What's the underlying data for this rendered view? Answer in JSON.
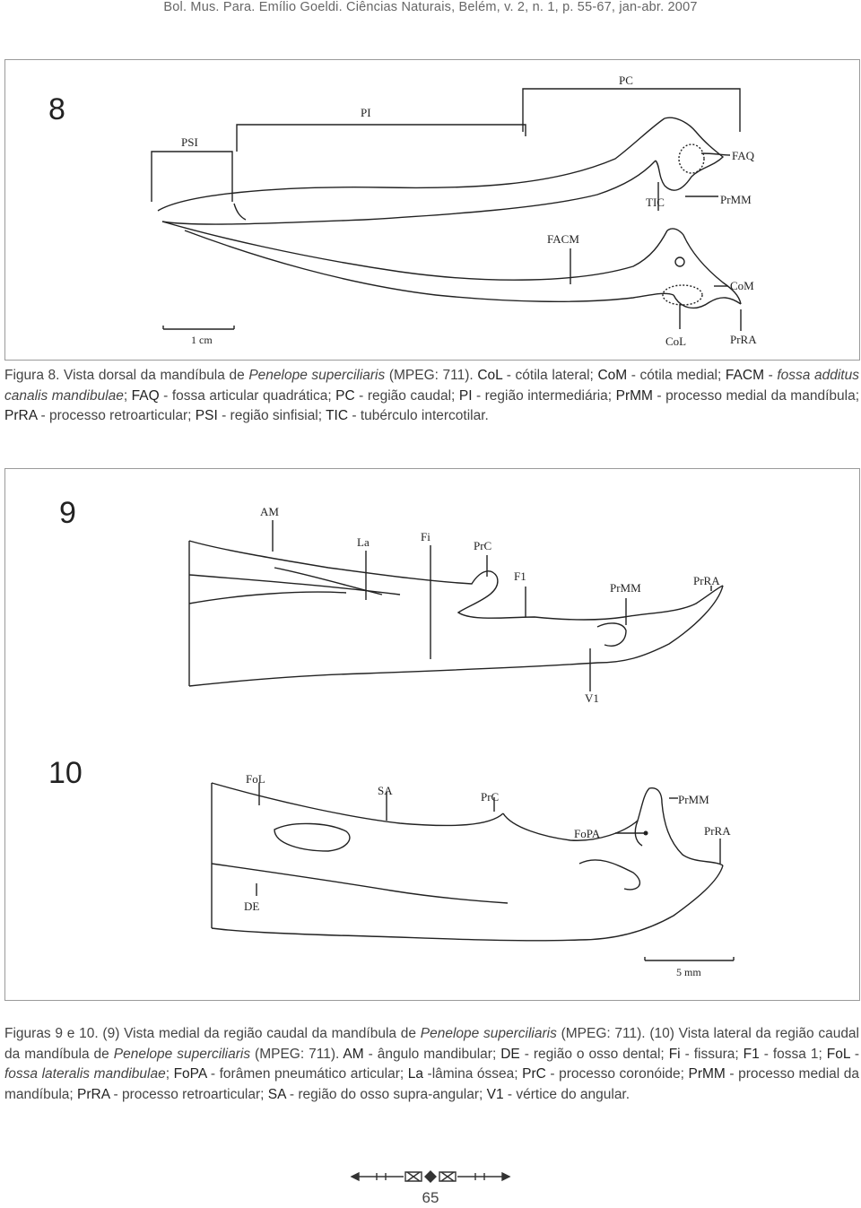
{
  "header": {
    "running_title": "Bol. Mus. Para. Emílio Goeldi. Ciências Naturais, Belém, v. 2, n. 1, p. 55-67, jan-abr. 2007"
  },
  "figure8": {
    "number": "8",
    "labels": {
      "PSI": "PSI",
      "PI": "PI",
      "PC": "PC",
      "FAQ": "FAQ",
      "TIC": "TIC",
      "PrMM": "PrMM",
      "FACM": "FACM",
      "CoM": "CoM",
      "CoL": "CoL",
      "PrRA": "PrRA"
    },
    "scale": "1 cm",
    "caption": [
      {
        "t": "Figura 8. Vista dorsal da mandíbula de "
      },
      {
        "t": "Penelope superciliaris",
        "s": "i"
      },
      {
        "t": " (MPEG: 711). "
      },
      {
        "t": "CoL",
        "s": "b"
      },
      {
        "t": " - cótila lateral; "
      },
      {
        "t": "CoM",
        "s": "b"
      },
      {
        "t": " - cótila medial; "
      },
      {
        "t": "FACM",
        "s": "b"
      },
      {
        "t": " - "
      },
      {
        "t": "fossa additus canalis mandibulae",
        "s": "i"
      },
      {
        "t": "; "
      },
      {
        "t": "FAQ",
        "s": "b"
      },
      {
        "t": " - fossa articular quadrática; "
      },
      {
        "t": "PC",
        "s": "b"
      },
      {
        "t": " -  região caudal; "
      },
      {
        "t": "PI",
        "s": "b"
      },
      {
        "t": " - região intermediária; "
      },
      {
        "t": "PrMM",
        "s": "b"
      },
      {
        "t": " - processo medial da mandíbula; "
      },
      {
        "t": "PrRA",
        "s": "b"
      },
      {
        "t": " - processo retroarticular; "
      },
      {
        "t": "PSI",
        "s": "b"
      },
      {
        "t": " - região sinfisial; "
      },
      {
        "t": "TIC",
        "s": "b"
      },
      {
        "t": " - tubérculo intercotilar."
      }
    ]
  },
  "figure9": {
    "number": "9",
    "labels": {
      "AM": "AM",
      "La": "La",
      "Fi": "Fi",
      "PrC": "PrC",
      "F1": "F1",
      "PrMM": "PrMM",
      "PrRA": "PrRA",
      "V1": "V1"
    }
  },
  "figure10": {
    "number": "10",
    "labels": {
      "FoL": "FoL",
      "SA": "SA",
      "PrC": "PrC",
      "PrMM": "PrMM",
      "FoPA": "FoPA",
      "PrRA": "PrRA",
      "DE": "DE"
    },
    "scale": "5 mm"
  },
  "caption910": [
    {
      "t": "Figuras 9 e 10. (9) Vista medial da região caudal da mandíbula de "
    },
    {
      "t": "Penelope superciliaris",
      "s": "i"
    },
    {
      "t": " (MPEG: 711). (10) Vista lateral da região caudal da mandíbula de "
    },
    {
      "t": "Penelope superciliaris",
      "s": "i"
    },
    {
      "t": " (MPEG: 711). "
    },
    {
      "t": "AM",
      "s": "b"
    },
    {
      "t": " - ângulo mandibular; "
    },
    {
      "t": "DE",
      "s": "b"
    },
    {
      "t": " - região o osso dental; "
    },
    {
      "t": "Fi",
      "s": "b"
    },
    {
      "t": " - fissura; "
    },
    {
      "t": "F1",
      "s": "b"
    },
    {
      "t": " - fossa 1; "
    },
    {
      "t": "FoL",
      "s": "b"
    },
    {
      "t": " - "
    },
    {
      "t": "fossa lateralis mandibulae",
      "s": "i"
    },
    {
      "t": "; "
    },
    {
      "t": "FoPA",
      "s": "b"
    },
    {
      "t": " - forâmen pneumático articular; "
    },
    {
      "t": "La",
      "s": "b"
    },
    {
      "t": " -lâmina óssea; "
    },
    {
      "t": "PrC",
      "s": "b"
    },
    {
      "t": " - processo coronóide; "
    },
    {
      "t": "PrMM",
      "s": "b"
    },
    {
      "t": " - processo medial da mandíbula; "
    },
    {
      "t": "PrRA",
      "s": "b"
    },
    {
      "t": " - processo retroarticular; "
    },
    {
      "t": "SA",
      "s": "b"
    },
    {
      "t": " - região do osso supra-angular; "
    },
    {
      "t": "V1",
      "s": "b"
    },
    {
      "t": " - vértice do angular."
    }
  ],
  "footer": {
    "page_number": "65"
  }
}
